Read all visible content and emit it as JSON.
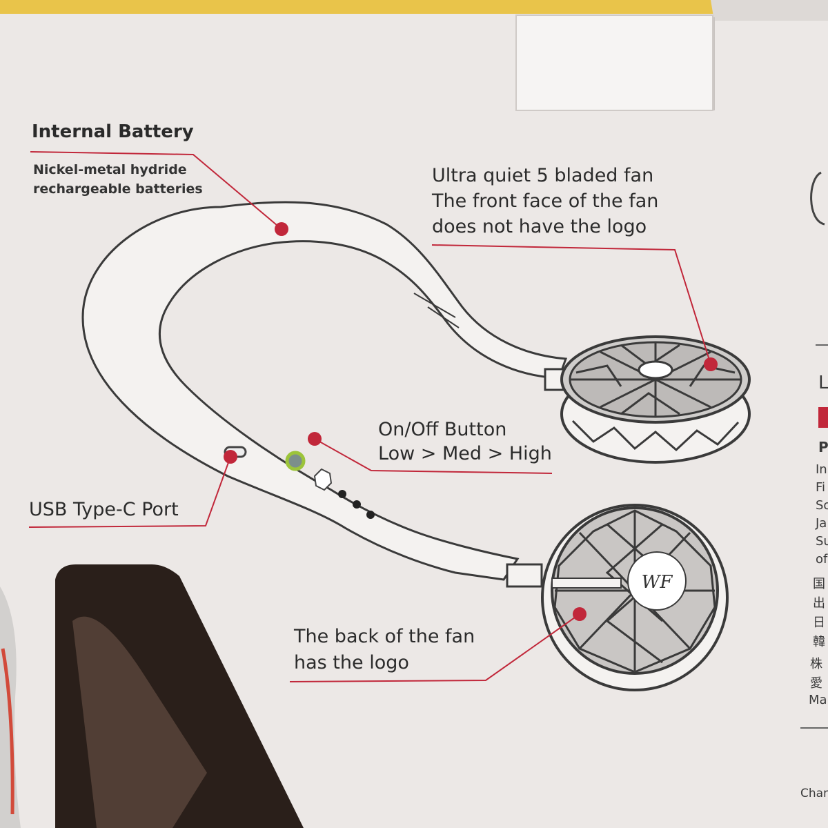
{
  "callouts": {
    "battery_title": "Internal Battery",
    "battery_desc": "Nickel-metal hydride\nrechargeable batteries",
    "fan_front": "Ultra quiet 5 bladed fan\nThe front face of the fan\ndoes not have the logo",
    "button": "On/Off Button\nLow > Med > High",
    "usb": "USB Type-C Port",
    "fan_back": "The back of the fan\nhas the logo"
  },
  "logo_text": "WF",
  "right_cropped_text": [
    "L",
    "P",
    "In",
    "Fi",
    "So",
    "Ja",
    "Su",
    "of",
    "国",
    "出",
    "日",
    "韓",
    "株",
    "愛",
    "Ma"
  ],
  "bottom_right_text": "Char",
  "colors": {
    "accent_red": "#c1273a",
    "box_bg": "#ece8e6",
    "device_fill": "#f4f2f0",
    "outline": "#3a3a3a"
  }
}
